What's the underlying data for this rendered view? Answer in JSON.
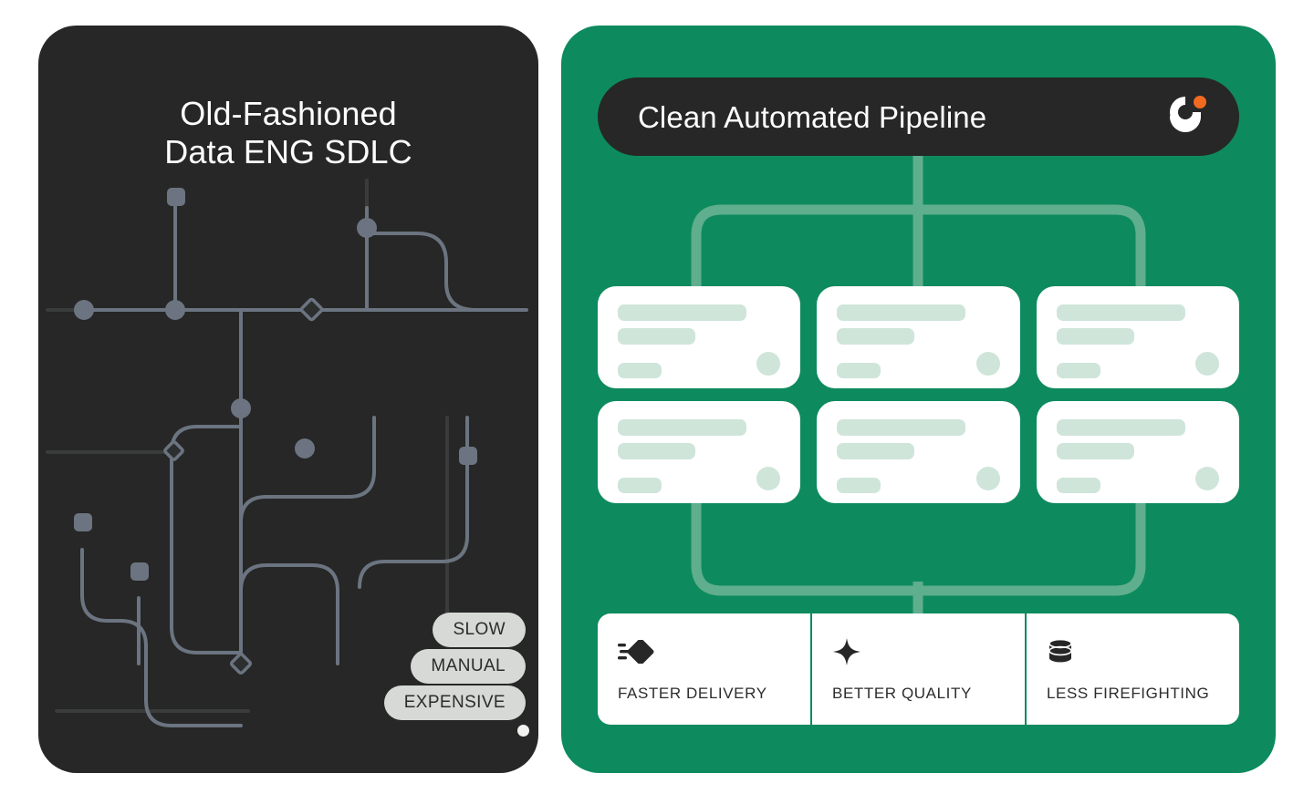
{
  "left_panel": {
    "title": "Old-Fashioned\nData ENG SDLC",
    "background_color": "#262726",
    "wire_color": "#6b7480",
    "tags": [
      {
        "label": "SLOW"
      },
      {
        "label": "MANUAL"
      },
      {
        "label": "EXPENSIVE"
      }
    ],
    "tag_color": "#d6d9d6"
  },
  "right_panel": {
    "background_color": "#0e8a5f",
    "connector_color": "#5fae8e",
    "header": {
      "title": "Clean Automated Pipeline",
      "background_color": "#262726",
      "logo_name": "brand-g-logo",
      "logo_accent_color": "#f26a20"
    },
    "cards": [
      {
        "name": "pipeline-card-1"
      },
      {
        "name": "pipeline-card-2"
      },
      {
        "name": "pipeline-card-3"
      },
      {
        "name": "pipeline-card-4"
      },
      {
        "name": "pipeline-card-5"
      },
      {
        "name": "pipeline-card-6"
      }
    ],
    "card_skeleton_color": "#cfe5da",
    "features": [
      {
        "label": "FASTER DELIVERY",
        "icon": "speed-icon"
      },
      {
        "label": "BETTER QUALITY",
        "icon": "sparkle-icon"
      },
      {
        "label": "LESS FIREFIGHTING",
        "icon": "database-icon"
      }
    ]
  }
}
